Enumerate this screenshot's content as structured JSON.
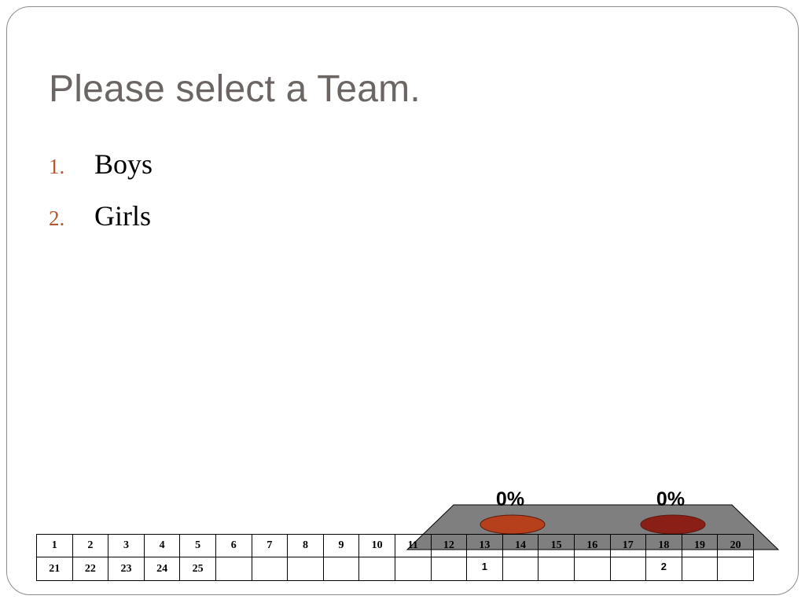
{
  "slide": {
    "title": "Please select a Team."
  },
  "options": [
    {
      "number": "1.",
      "label": "Boys"
    },
    {
      "number": "2.",
      "label": "Girls"
    }
  ],
  "chart_data": {
    "type": "bar",
    "categories": [
      "1",
      "2"
    ],
    "values": [
      0,
      0
    ],
    "value_labels": [
      "0%",
      "0%"
    ],
    "ylim": [
      0,
      100
    ],
    "colors": [
      "#b5401b",
      "#8a1f16"
    ],
    "platform_color": "#7f7f7f"
  },
  "response_grid": {
    "row1": [
      "1",
      "2",
      "3",
      "4",
      "5",
      "6",
      "7",
      "8",
      "9",
      "10",
      "11",
      "12",
      "13",
      "14",
      "15",
      "16",
      "17",
      "18",
      "19",
      "20"
    ],
    "row2": [
      "21",
      "22",
      "23",
      "24",
      "25",
      "",
      "",
      "",
      "",
      "",
      "",
      "",
      "",
      "",
      "",
      "",
      "",
      "",
      "",
      ""
    ],
    "answer_markers": [
      {
        "column_index": 13,
        "text": "1"
      },
      {
        "column_index": 18,
        "text": "2"
      }
    ]
  }
}
